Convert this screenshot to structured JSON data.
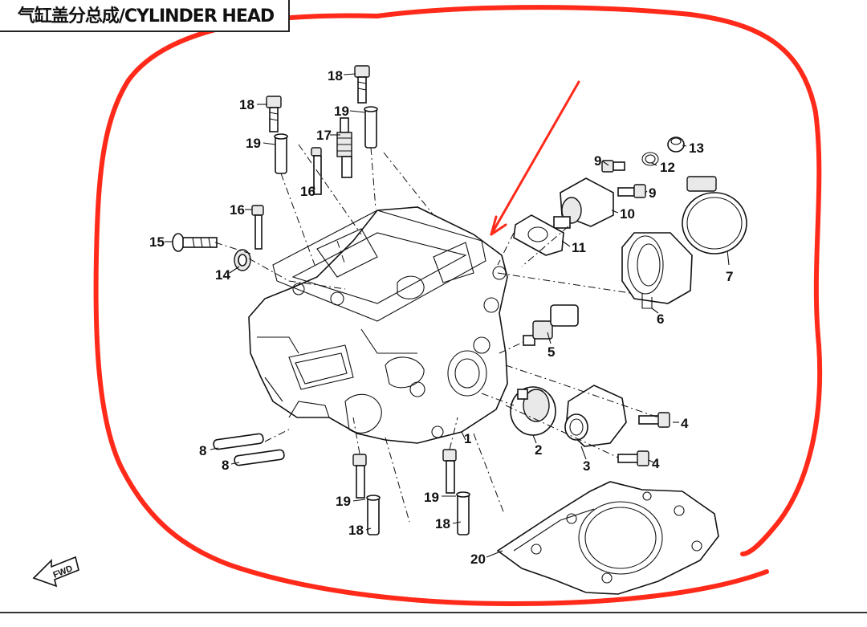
{
  "header": {
    "title": "气缸盖分总成/CYLINDER HEAD"
  },
  "fwd_label": "FWD",
  "callouts": {
    "c1": "1",
    "c2": "2",
    "c3": "3",
    "c4a": "4",
    "c4b": "4",
    "c5": "5",
    "c6": "6",
    "c7": "7",
    "c8a": "8",
    "c8b": "8",
    "c9a": "9",
    "c9b": "9",
    "c10": "10",
    "c11": "11",
    "c12": "12",
    "c13": "13",
    "c14": "14",
    "c15": "15",
    "c16": "16",
    "c17": "17",
    "c18a": "18",
    "c18b": "18",
    "c18c": "18",
    "c18d": "18",
    "c19a": "19",
    "c19b": "19",
    "c19c": "19",
    "c19d": "19",
    "c20": "20"
  },
  "colors": {
    "annotation": "#ff2a1a",
    "ink": "#111111",
    "background": "#ffffff"
  }
}
